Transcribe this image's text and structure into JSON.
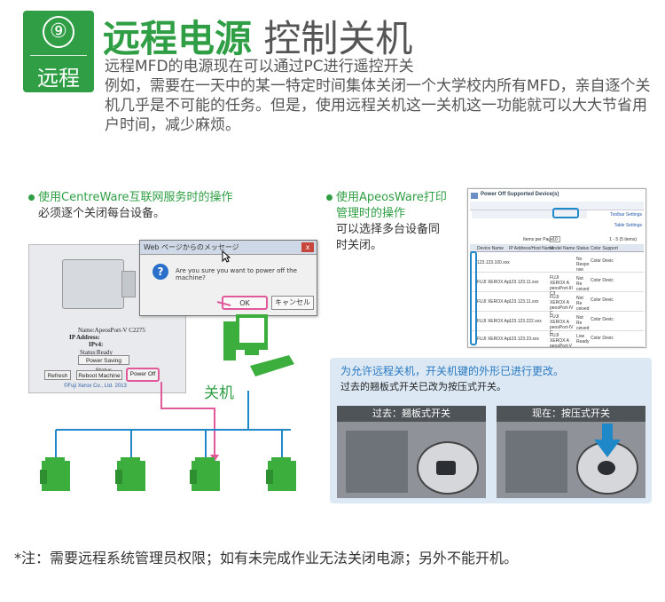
{
  "header": {
    "badge_number": "⑨",
    "badge_label": "远程",
    "title_strong": "远程电源",
    "title_light": "控制关机",
    "intro_line1": "远程MFD的电源现在可以通过PC进行遥控开关",
    "intro_line2": "例如，需要在一天中的某一特定时间集体关闭一个大学校内所有MFD，亲自逐个关机几乎是不可能的任务。但是，使用远程关机这一关机这一功能就可以大大节省用户时间，减少麻烦。"
  },
  "centreware": {
    "title": "使用CentreWare互联网服务时的操作",
    "desc": "必须逐个关闭每台设备。",
    "name_line": "Name:ApeosPort-V C2275",
    "ip_label": "IP Address:",
    "ipv4_label": "IPv4:",
    "status_line": "Status:Ready",
    "power_saving_button": "Power Saving Status",
    "refresh_button": "Refresh",
    "reboot_button": "Reboot Machine",
    "power_off_button": "Power Off",
    "copyright": "©Fuji Xerox Co., Ltd. 2013"
  },
  "dialog": {
    "title": "Web ページからのメッセージ",
    "close": "x",
    "message": "Are you sure you want to power off the machine?",
    "ok": "OK",
    "cancel": "キャンセル"
  },
  "network": {
    "pc_label": "关机"
  },
  "apeosware": {
    "title_line1": "使用ApeosWare打印",
    "title_line2": "管理时的操作",
    "desc": "可以选择多台设备同时关闭。",
    "window_title": "Power Off Supported Device(s)",
    "toolbar_settings": "Toolbar Settings",
    "table_settings": "Table Settings",
    "items_per_page": "Items per Page",
    "items_per_page_value": "10",
    "page_info": "1 - 5 (5 items)",
    "columns": [
      "Device Name",
      "IP Address/Host Name",
      "Model Name",
      "Status",
      "Color Support"
    ],
    "rows": [
      [
        "",
        "123.123.100.xxx",
        "",
        "No Respo nse",
        "Color Devic"
      ],
      [
        "FUJI XEROX Ap",
        "123.123.11.xxx",
        "FUJI XEROX A peosPort-III C3",
        "Not Re ceived",
        "Color Devic"
      ],
      [
        "FUJI XEROX Ap",
        "123.123.11.xxx",
        "FUJI XEROX A peosPort-IV C",
        "Not Re ceived",
        "Color Devic"
      ],
      [
        "FUJI XEROX Ap",
        "123.123.222.xxx",
        "FUJI XEROX A peosPort-IV C",
        "Not Re ceived",
        "Color Devic"
      ],
      [
        "FUJI XEROX Ap",
        "123.123.23.xxx",
        "FUJI XEROX A peosPort-V C",
        "Low Ready",
        "Color Devic"
      ]
    ]
  },
  "info": {
    "line1": "为允许远程关机，开关机键的外形已进行更改。",
    "line2": "过去的翘板式开关已改为按压式开关。",
    "past_label": "过去：翘板式开关",
    "now_label": "现在：按压式开关"
  },
  "footnote": "*注：需要远程系统管理员权限；如有未完成作业无法关闭电源；另外不能开机。"
}
